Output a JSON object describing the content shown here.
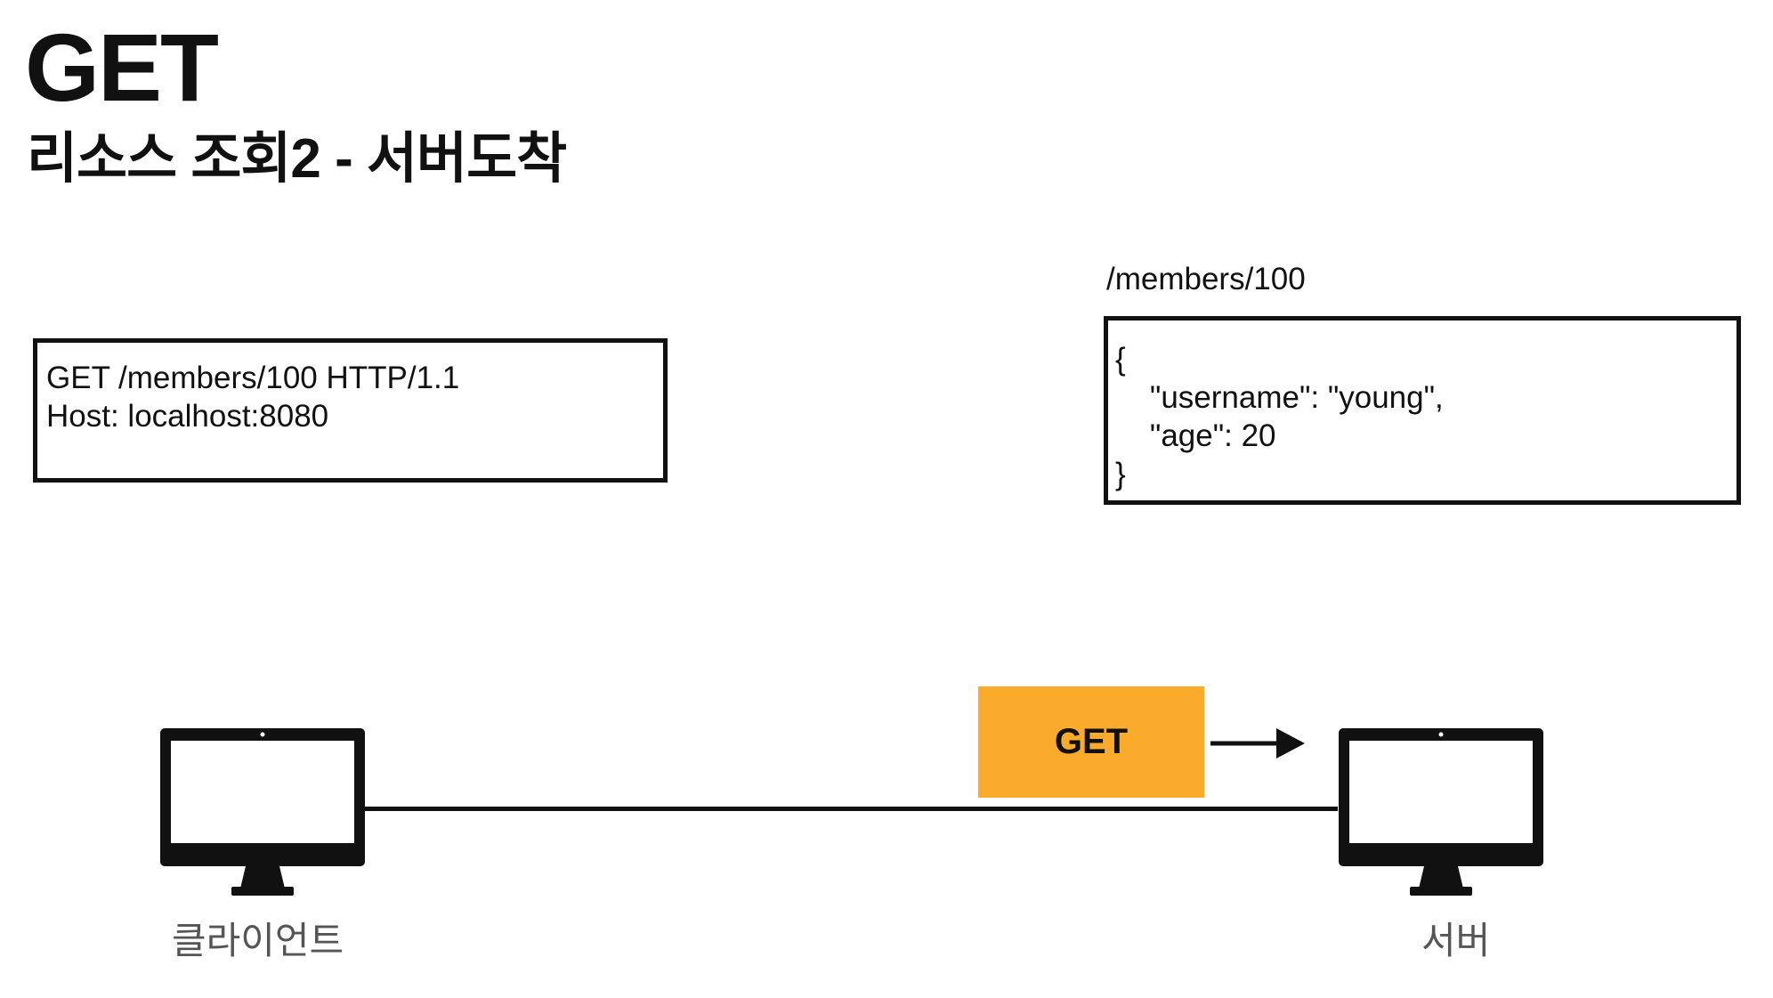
{
  "title": "GET",
  "subtitle": "리소스 조회2 - 서버도착",
  "request": {
    "lines": "GET /members/100 HTTP/1.1\nHost: localhost:8080"
  },
  "resource": {
    "path": "/members/100",
    "json": "{\n    \"username\": \"young\",\n    \"age\": 20\n}"
  },
  "message": {
    "method": "GET",
    "color": "#fbab2b"
  },
  "nodes": {
    "client_label": "클라이언트",
    "server_label": "서버",
    "icon": "monitor-icon"
  }
}
